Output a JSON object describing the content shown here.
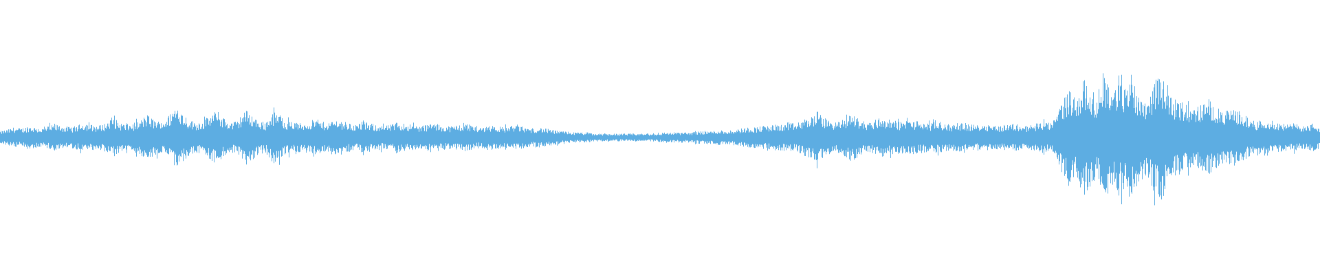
{
  "waveform": {
    "color": "#5DADE2",
    "background": "#FFFFFF",
    "peak_envelope": [
      0.05,
      0.06,
      0.08,
      0.07,
      0.09,
      0.08,
      0.07,
      0.09,
      0.1,
      0.09,
      0.08,
      0.09,
      0.12,
      0.1,
      0.09,
      0.11,
      0.16,
      0.12,
      0.1,
      0.11,
      0.13,
      0.18,
      0.14,
      0.12,
      0.16,
      0.24,
      0.2,
      0.14,
      0.12,
      0.13,
      0.17,
      0.21,
      0.15,
      0.12,
      0.13,
      0.22,
      0.18,
      0.13,
      0.12,
      0.2,
      0.18,
      0.13,
      0.12,
      0.11,
      0.12,
      0.14,
      0.12,
      0.12,
      0.14,
      0.13,
      0.11,
      0.1,
      0.12,
      0.11,
      0.1,
      0.09,
      0.1,
      0.12,
      0.11,
      0.1,
      0.09,
      0.1,
      0.11,
      0.1,
      0.09,
      0.09,
      0.1,
      0.11,
      0.09,
      0.08,
      0.1,
      0.09,
      0.08,
      0.09,
      0.1,
      0.08,
      0.07,
      0.08,
      0.07,
      0.06,
      0.05,
      0.05,
      0.04,
      0.04,
      0.04,
      0.03,
      0.03,
      0.03,
      0.03,
      0.03,
      0.03,
      0.03,
      0.03,
      0.03,
      0.03,
      0.04,
      0.04,
      0.04,
      0.04,
      0.04,
      0.05,
      0.05,
      0.05,
      0.06,
      0.05,
      0.06,
      0.07,
      0.08,
      0.08,
      0.09,
      0.09,
      0.1,
      0.1,
      0.11,
      0.11,
      0.14,
      0.16,
      0.2,
      0.15,
      0.13,
      0.12,
      0.15,
      0.19,
      0.14,
      0.12,
      0.13,
      0.16,
      0.14,
      0.13,
      0.12,
      0.14,
      0.13,
      0.12,
      0.11,
      0.12,
      0.11,
      0.1,
      0.11,
      0.12,
      0.1,
      0.1,
      0.11,
      0.1,
      0.09,
      0.1,
      0.11,
      0.1,
      0.09,
      0.1,
      0.12,
      0.11,
      0.14,
      0.28,
      0.38,
      0.3,
      0.45,
      0.4,
      0.3,
      0.55,
      0.36,
      0.42,
      0.4,
      0.5,
      0.34,
      0.3,
      0.38,
      0.52,
      0.42,
      0.3,
      0.28,
      0.25,
      0.22,
      0.26,
      0.3,
      0.24,
      0.2,
      0.21,
      0.22,
      0.18,
      0.14,
      0.12,
      0.15,
      0.13,
      0.12,
      0.1,
      0.11,
      0.1,
      0.09,
      0.11,
      0.08
    ]
  }
}
